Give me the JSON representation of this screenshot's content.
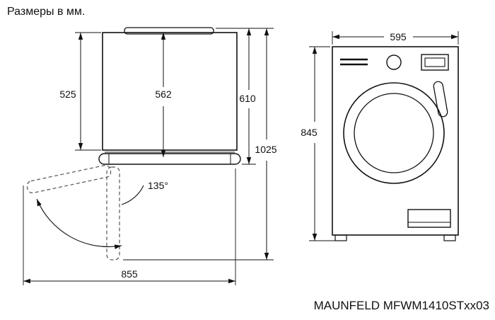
{
  "page": {
    "title": "Размеры в мм.",
    "model_caption": "MAUNFELD MFWM1410STxx03"
  },
  "side_view": {
    "dim_body_height_mm": "525",
    "dim_inner_height_mm": "562",
    "dim_overall_height_mm": "610",
    "dim_height_with_open_door_mm": "1025",
    "dim_depth_with_open_door_mm": "855",
    "door_opening_angle": "135°"
  },
  "front_view": {
    "dim_width_mm": "595",
    "dim_height_mm": "845"
  }
}
